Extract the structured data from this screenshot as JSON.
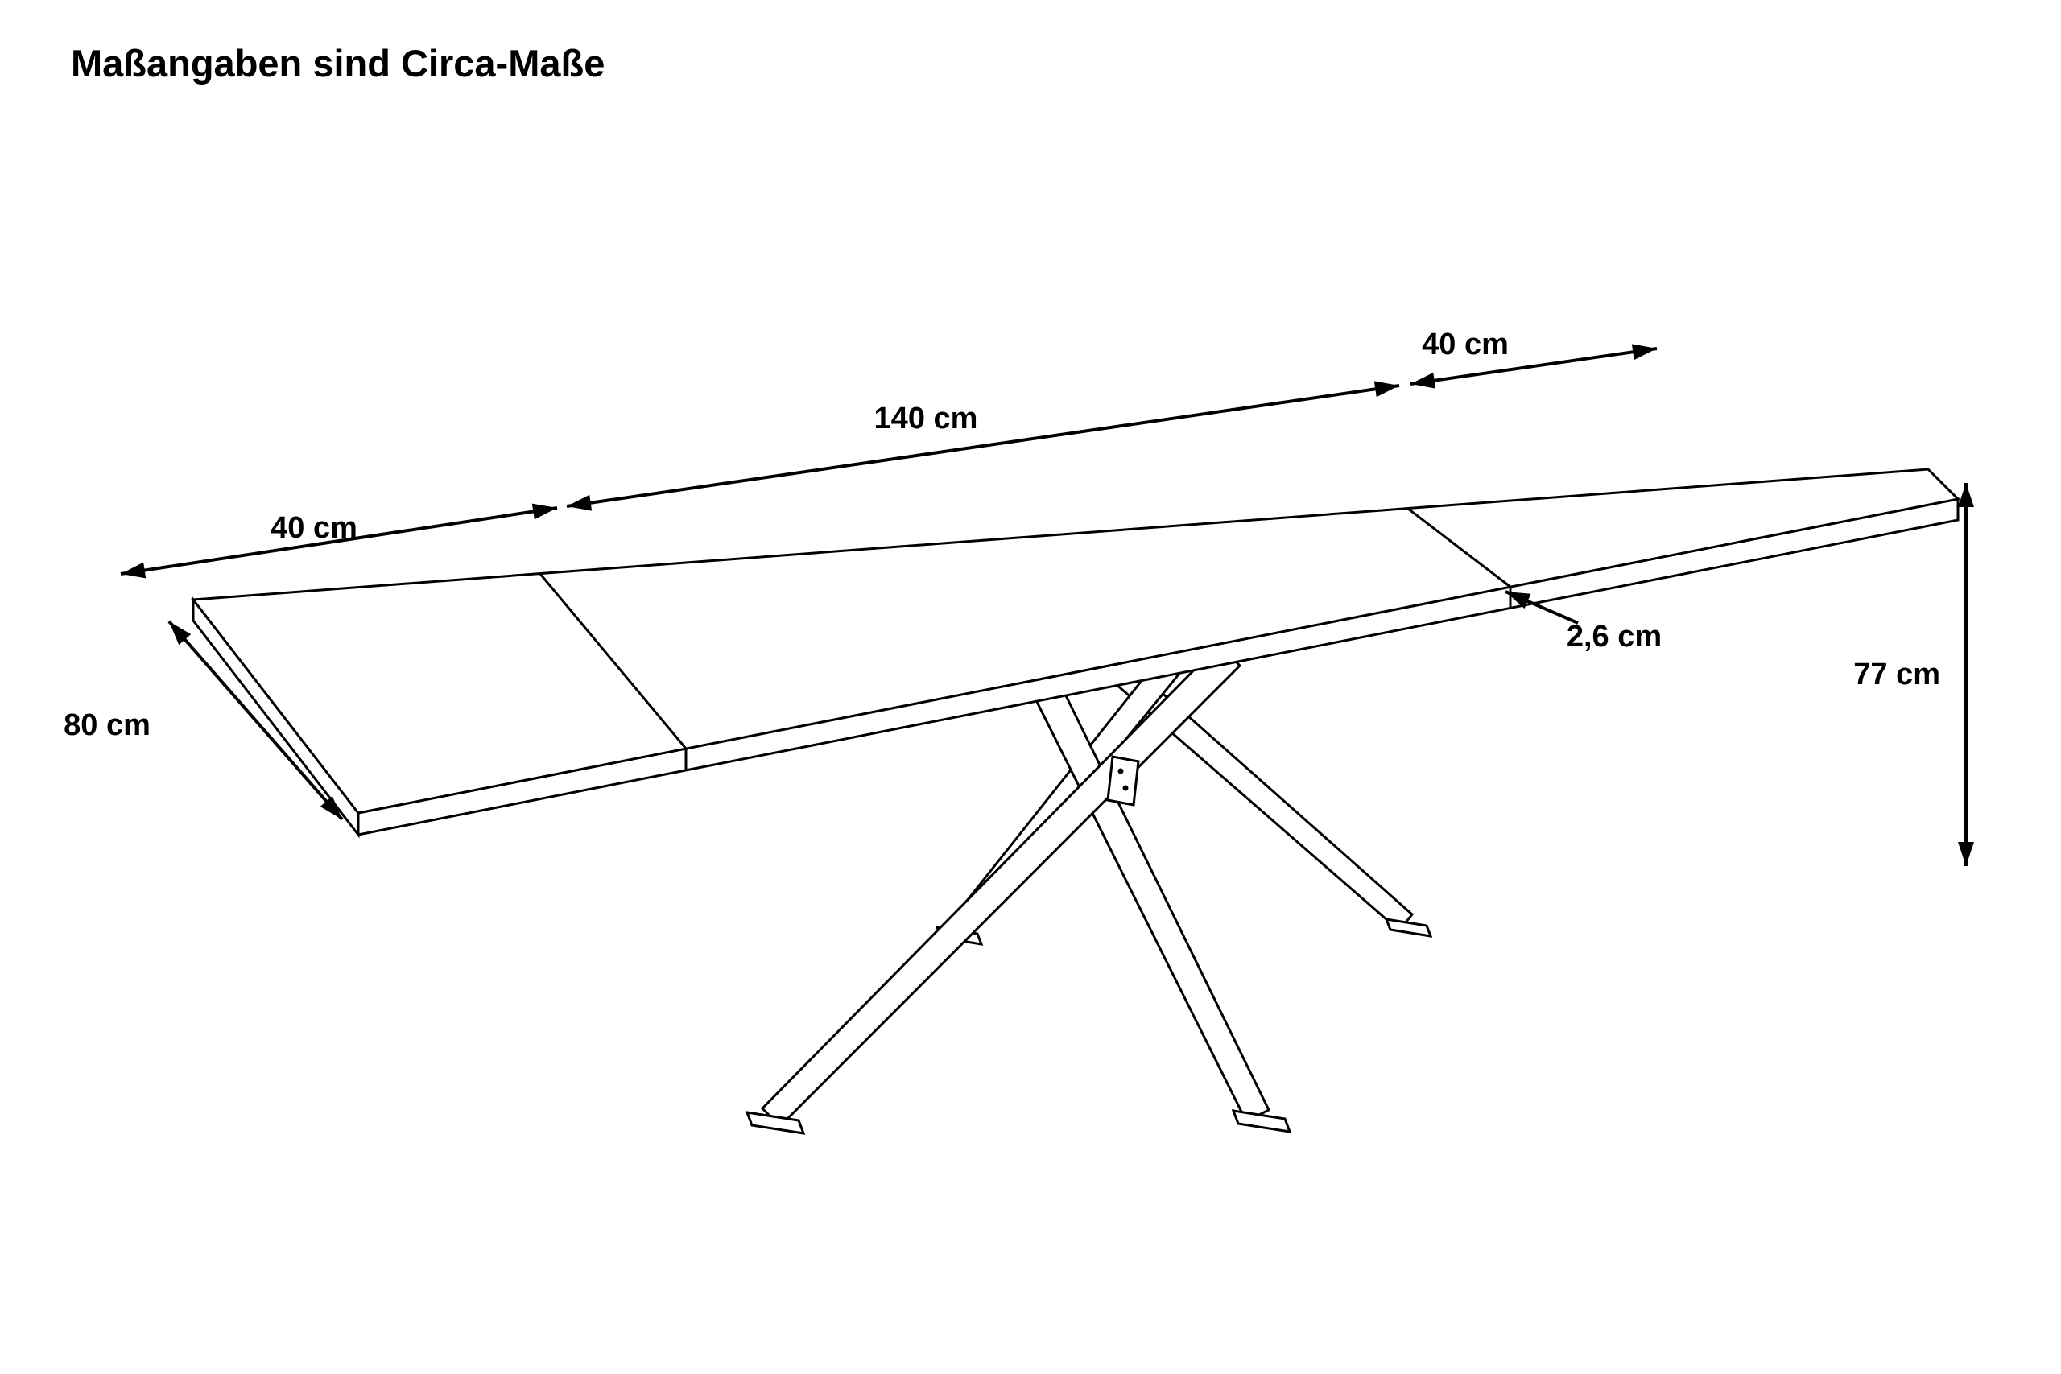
{
  "title": "Maßangaben sind Circa-Maße",
  "diagram": {
    "dimensions": {
      "left_extension_length": "40 cm",
      "main_top_length": "140 cm",
      "right_extension_length": "40 cm",
      "depth": "80 cm",
      "top_thickness": "2,6 cm",
      "height": "77 cm"
    },
    "colors": {
      "line": "#000000",
      "background": "#ffffff"
    }
  }
}
